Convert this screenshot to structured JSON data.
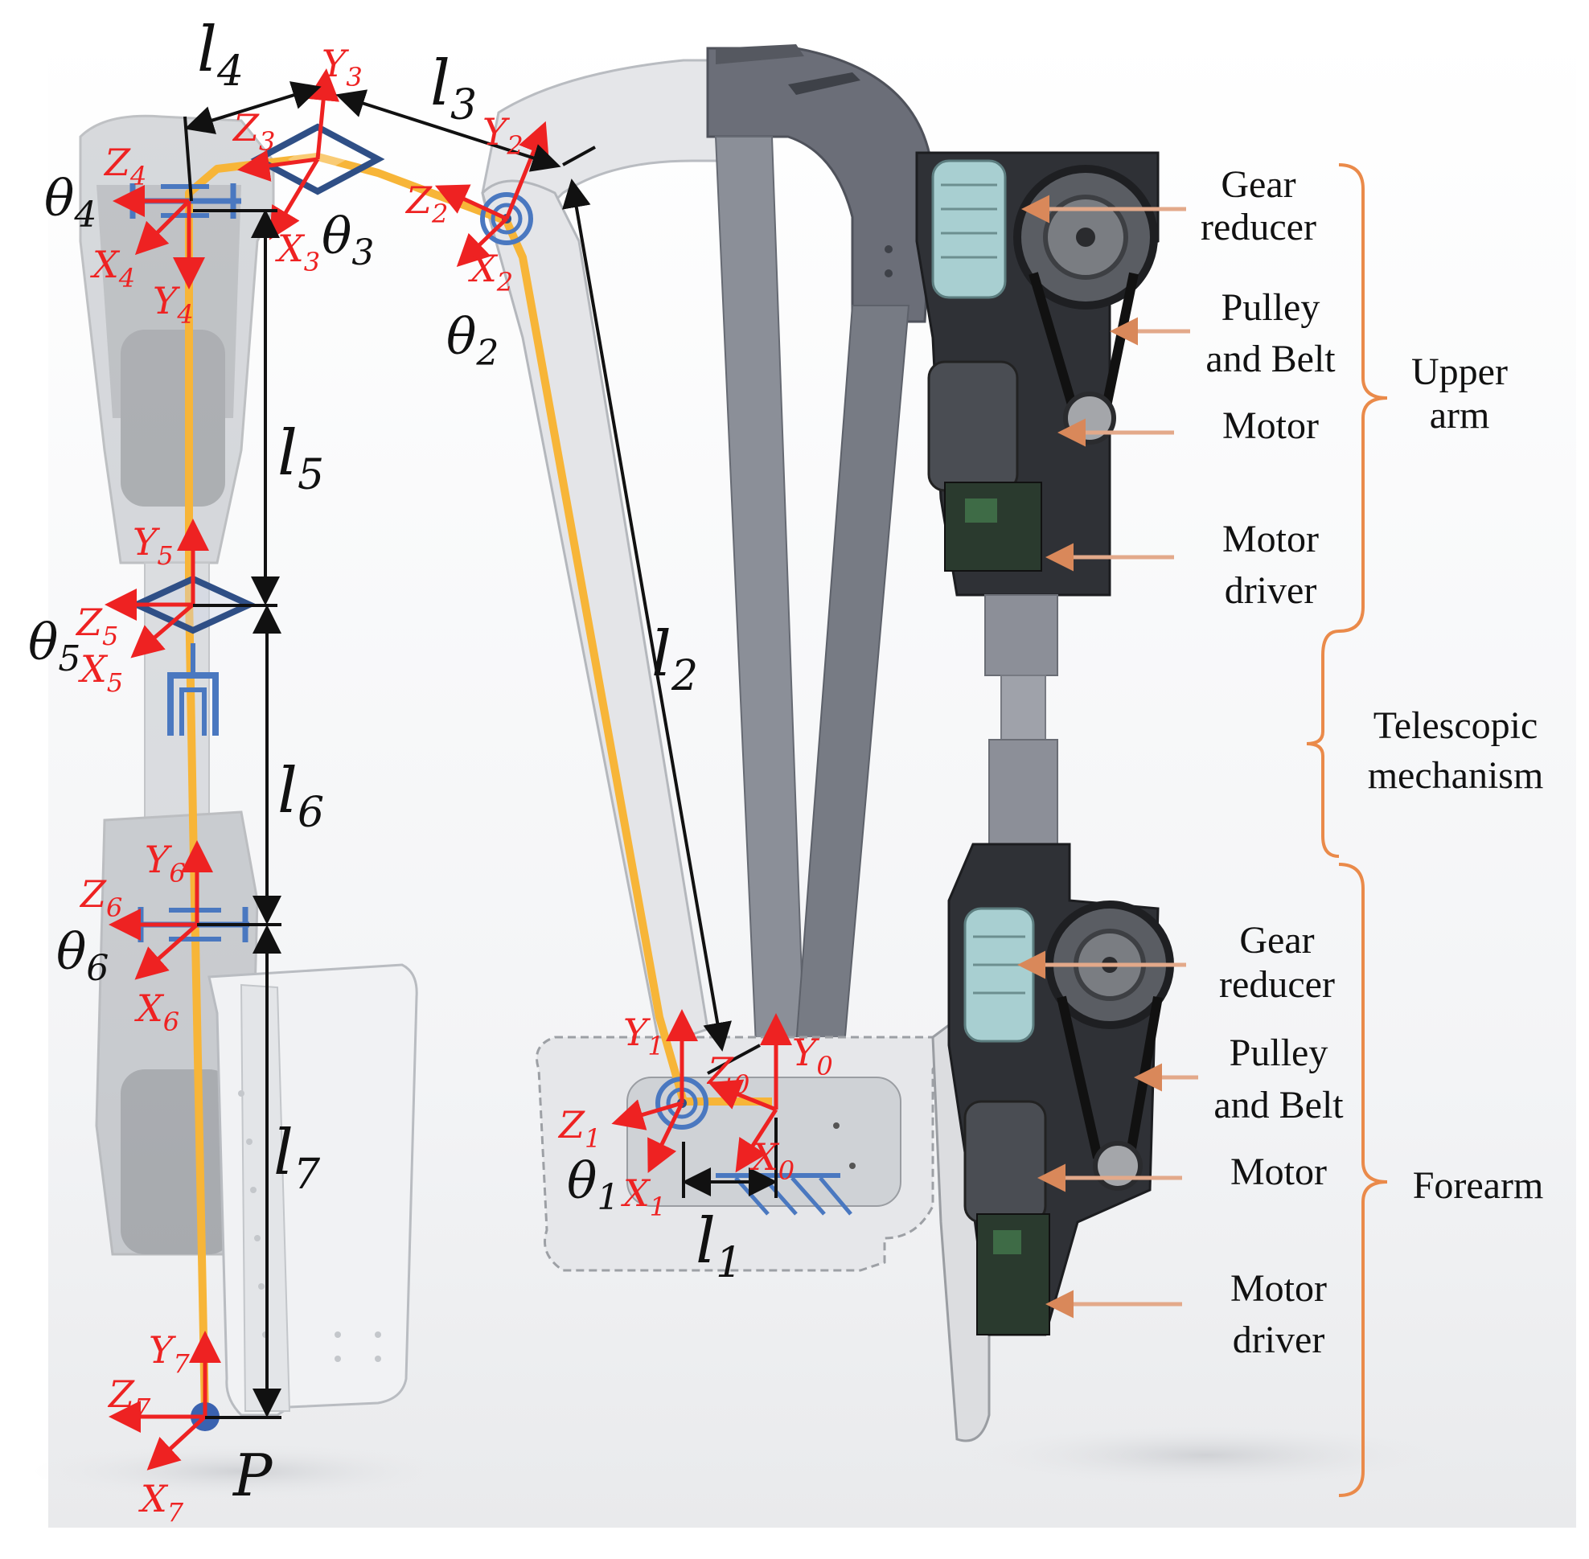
{
  "colors": {
    "link": "#f7b538",
    "axis": "#ee2222",
    "joint": "#4a78c0",
    "joint_dark": "#2f4f86",
    "bracket": "#ea8a4a",
    "arrow": "#c8855f",
    "dim": "#111111"
  },
  "lengths": {
    "l1": {
      "base": "l",
      "sub": "1"
    },
    "l2": {
      "base": "l",
      "sub": "2"
    },
    "l3": {
      "base": "l",
      "sub": "3"
    },
    "l4": {
      "base": "l",
      "sub": "4"
    },
    "l5": {
      "base": "l",
      "sub": "5"
    },
    "l6": {
      "base": "l",
      "sub": "6"
    },
    "l7": {
      "base": "l",
      "sub": "7"
    }
  },
  "angles": {
    "t1": {
      "base": "θ",
      "sub": "1"
    },
    "t2": {
      "base": "θ",
      "sub": "2"
    },
    "t3": {
      "base": "θ",
      "sub": "3"
    },
    "t4": {
      "base": "θ",
      "sub": "4"
    },
    "t5": {
      "base": "θ",
      "sub": "5"
    },
    "t6": {
      "base": "θ",
      "sub": "6"
    }
  },
  "frames": {
    "f0": {
      "x": "X",
      "y": "Y",
      "z": "Z",
      "sub": "0"
    },
    "f1": {
      "x": "X",
      "y": "Y",
      "z": "Z",
      "sub": "1"
    },
    "f2": {
      "x": "X",
      "y": "Y",
      "z": "Z",
      "sub": "2"
    },
    "f3": {
      "x": "X",
      "y": "Y",
      "z": "Z",
      "sub": "3"
    },
    "f4": {
      "x": "X",
      "y": "Y",
      "z": "Z",
      "sub": "4"
    },
    "f5": {
      "x": "X",
      "y": "Y",
      "z": "Z",
      "sub": "5"
    },
    "f6": {
      "x": "X",
      "y": "Y",
      "z": "Z",
      "sub": "6"
    },
    "f7": {
      "x": "X",
      "y": "Y",
      "z": "Z",
      "sub": "7"
    }
  },
  "endpoint": "P",
  "components": {
    "upper": {
      "gear_1": "Gear",
      "gear_2": "reducer",
      "pulley_1": "Pulley",
      "pulley_2": "and Belt",
      "motor": "Motor",
      "driver_1": "Motor",
      "driver_2": "driver"
    },
    "lower": {
      "gear_1": "Gear",
      "gear_2": "reducer",
      "pulley_1": "Pulley",
      "pulley_2": "and Belt",
      "motor": "Motor",
      "driver_1": "Motor",
      "driver_2": "driver"
    }
  },
  "sections": {
    "upper_arm_1": "Upper",
    "upper_arm_2": "arm",
    "telescopic_1": "Telescopic",
    "telescopic_2": "mechanism",
    "forearm": "Forearm"
  }
}
